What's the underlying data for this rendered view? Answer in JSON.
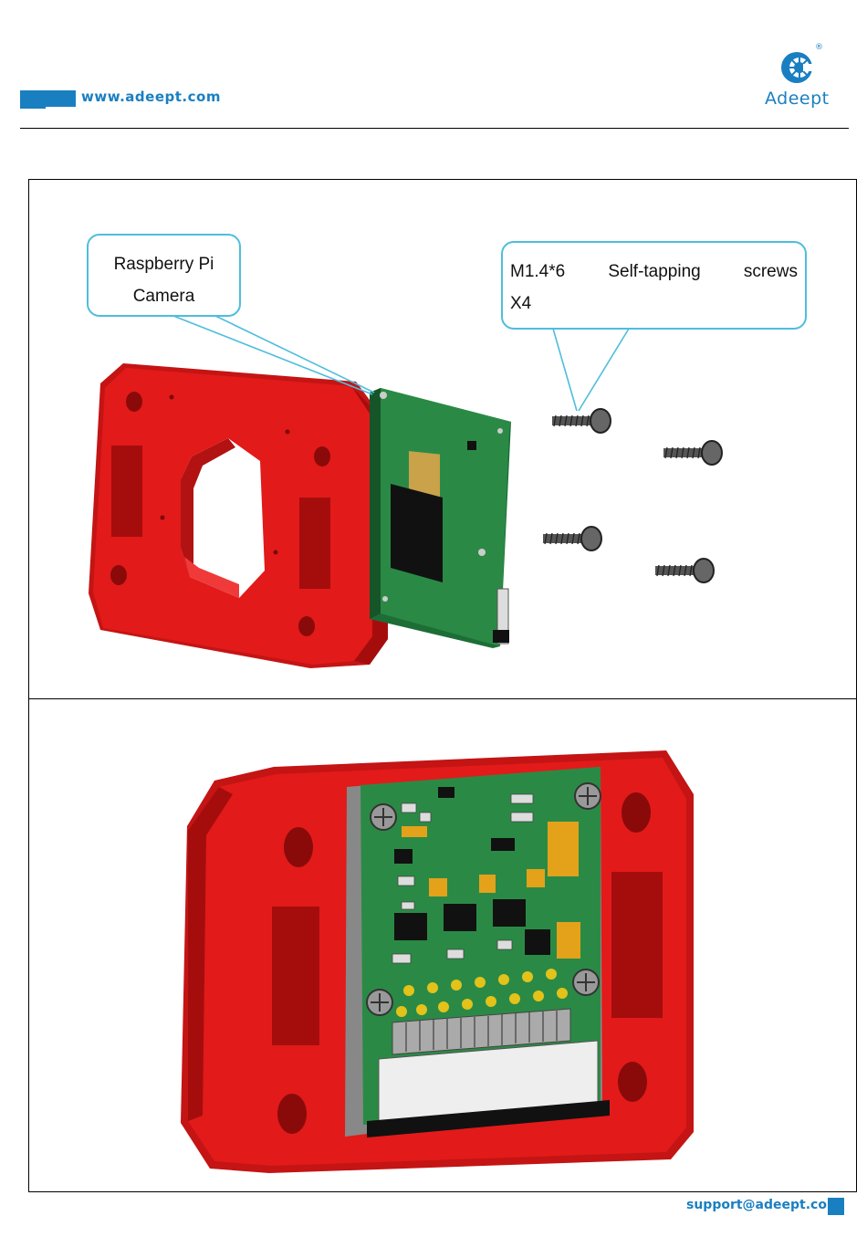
{
  "header": {
    "url": "www.adeept.com",
    "brand": "Adeept",
    "brand_mark": "®"
  },
  "step1": {
    "callout_camera": [
      "Raspberry Pi",
      "Camera"
    ],
    "callout_screws": {
      "size": "M1.4*6",
      "type": "Self-tapping",
      "item": "screws",
      "qty": "X4"
    }
  },
  "footer": {
    "email": "support@adeept.com"
  },
  "colors": {
    "brand_blue": "#1a7fc1",
    "callout_border": "#4fbddc",
    "holder_red": "#e21a1a",
    "pcb_green": "#1f7a3c"
  },
  "icons": [
    "adeept-logo-icon",
    "screw-icon",
    "camera-holder-illustration",
    "camera-module-illustration"
  ]
}
